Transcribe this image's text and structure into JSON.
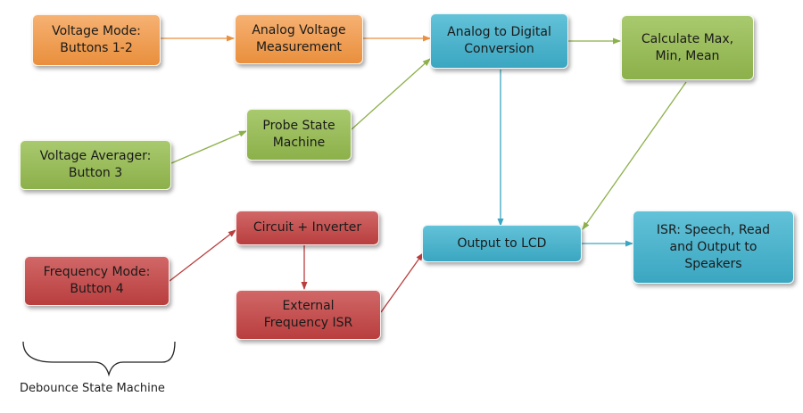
{
  "nodes": {
    "voltage_mode": {
      "label": "Voltage Mode:\nButtons 1-2",
      "color": "#e98f3d"
    },
    "analog_voltage": {
      "label": "Analog Voltage\nMeasurement",
      "color": "#e98f3d"
    },
    "adc": {
      "label": "Analog to Digital\nConversion",
      "color": "#3ba6c1"
    },
    "calc": {
      "label": "Calculate Max,\nMin, Mean",
      "color": "#8cb04a"
    },
    "probe_state": {
      "label": "Probe State\nMachine",
      "color": "#8cb04a"
    },
    "voltage_averager": {
      "label": "Voltage Averager:\nButton 3",
      "color": "#8cb04a"
    },
    "circuit_inverter": {
      "label": "Circuit + Inverter",
      "color": "#b93e3e"
    },
    "frequency_mode": {
      "label": "Frequency Mode:\nButton 4",
      "color": "#b93e3e"
    },
    "external_isr": {
      "label": "External\nFrequency ISR",
      "color": "#b93e3e"
    },
    "output_lcd": {
      "label": "Output to LCD",
      "color": "#3ba6c1"
    },
    "isr_speech": {
      "label": "ISR: Speech, Read\nand Output to\nSpeakers",
      "color": "#3ba6c1"
    }
  },
  "edges": [
    {
      "from": "voltage_mode",
      "to": "analog_voltage",
      "color": "#e98f3d"
    },
    {
      "from": "analog_voltage",
      "to": "adc",
      "color": "#e98f3d"
    },
    {
      "from": "adc",
      "to": "calc",
      "color": "#8cb04a"
    },
    {
      "from": "voltage_averager",
      "to": "probe_state",
      "color": "#8cb04a"
    },
    {
      "from": "probe_state",
      "to": "adc",
      "color": "#8cb04a"
    },
    {
      "from": "adc",
      "to": "output_lcd",
      "color": "#3ba6c1"
    },
    {
      "from": "calc",
      "to": "output_lcd",
      "color": "#8cb04a"
    },
    {
      "from": "frequency_mode",
      "to": "circuit_inverter",
      "color": "#b93e3e"
    },
    {
      "from": "circuit_inverter",
      "to": "external_isr",
      "color": "#b93e3e"
    },
    {
      "from": "external_isr",
      "to": "output_lcd",
      "color": "#b93e3e"
    },
    {
      "from": "output_lcd",
      "to": "isr_speech",
      "color": "#3ba6c1"
    }
  ],
  "caption": "Debounce State Machine"
}
